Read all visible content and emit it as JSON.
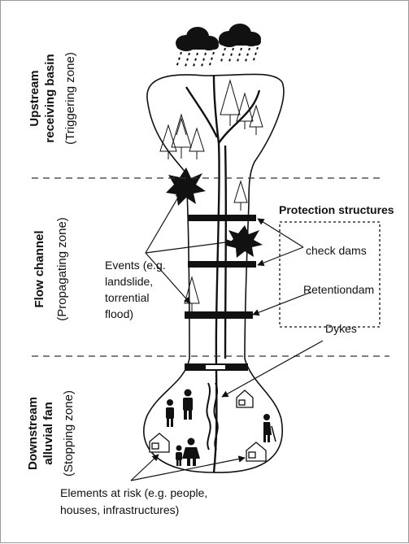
{
  "zones": {
    "upstream": {
      "title_line1": "Upstream",
      "title_line2": "receiving basin",
      "subtitle": "(Triggering zone)"
    },
    "flow": {
      "title": "Flow channel",
      "subtitle": "(Propagating zone)"
    },
    "downstream": {
      "title_line1": "Downstream",
      "title_line2": "alluvial fan",
      "subtitle": "(Stopping zone)"
    }
  },
  "protection": {
    "heading": "Protection structures",
    "check_dams": "check dams",
    "retention_dam": "Retentiondam",
    "dykes": "Dykes"
  },
  "events": {
    "line1": "Events (e.g.",
    "line2": "landslide,",
    "line3": "torrential",
    "line4": "flood)"
  },
  "elements_at_risk": {
    "line1": "Elements at risk (e.g. people,",
    "line2": "houses, infrastructures)"
  }
}
